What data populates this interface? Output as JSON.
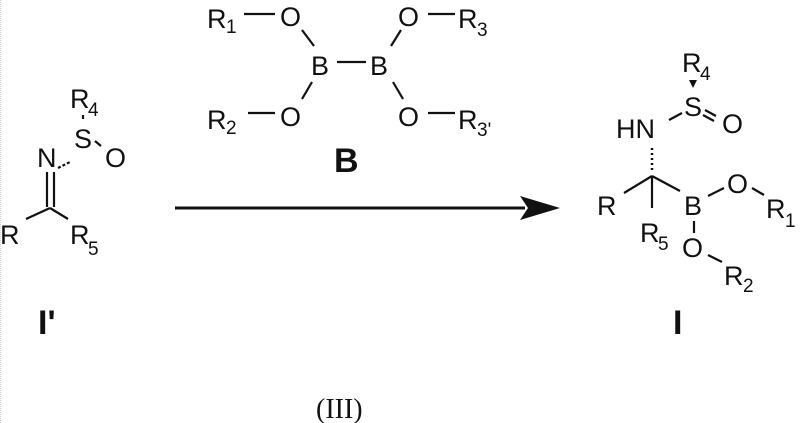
{
  "scheme": {
    "caption": "(III)",
    "reactant": {
      "label": "I'",
      "atoms": {
        "R4": "R",
        "R4_sub": "4",
        "S": "S",
        "O": "O",
        "N": "N",
        "R": "R",
        "R5": "R",
        "R5_sub": "5"
      }
    },
    "reagent": {
      "label": "B",
      "atoms": {
        "R1": "R",
        "R1_sub": "1",
        "R2": "R",
        "R2_sub": "2",
        "R3": "R",
        "R3_sub": "3",
        "R3p": "R",
        "R3p_sub": "3'",
        "O": "O",
        "B": "B"
      }
    },
    "product": {
      "label": "I",
      "atoms": {
        "R4": "R",
        "R4_sub": "4",
        "S": "S",
        "O": "O",
        "HN": "HN",
        "R": "R",
        "R5": "R",
        "R5_sub": "5",
        "B": "B",
        "R1": "R",
        "R1_sub": "1",
        "R2": "R",
        "R2_sub": "2"
      }
    },
    "arrow": {
      "direction": "right",
      "color": "#111111"
    }
  }
}
